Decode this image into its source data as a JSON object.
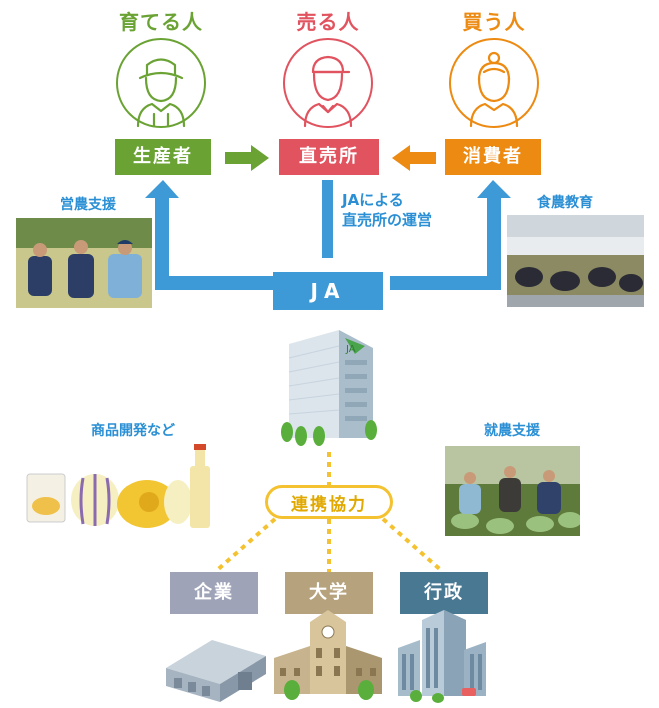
{
  "roles": {
    "producer": {
      "title": "育てる人",
      "box": "生産者",
      "color": "#6aa334"
    },
    "seller": {
      "title": "売る人",
      "box": "直売所",
      "color": "#e0535f"
    },
    "buyer": {
      "title": "買う人",
      "box": "消費者",
      "color": "#ec8a12"
    }
  },
  "ja": {
    "box": "JA",
    "operation_line1": "JAによる",
    "operation_line2": "直売所の運営",
    "color": "#3d9ad6"
  },
  "supports": {
    "farm_support": "営農支援",
    "food_education": "食農教育",
    "product_dev": "商品開発など",
    "new_farmer_support": "就農支援"
  },
  "cooperation": {
    "label": "連携協力",
    "color": "#f4c230"
  },
  "orgs": [
    {
      "label": "企業",
      "color": "#9ea3b8"
    },
    {
      "label": "大学",
      "color": "#b6a27c"
    },
    {
      "label": "行政",
      "color": "#497893"
    }
  ]
}
